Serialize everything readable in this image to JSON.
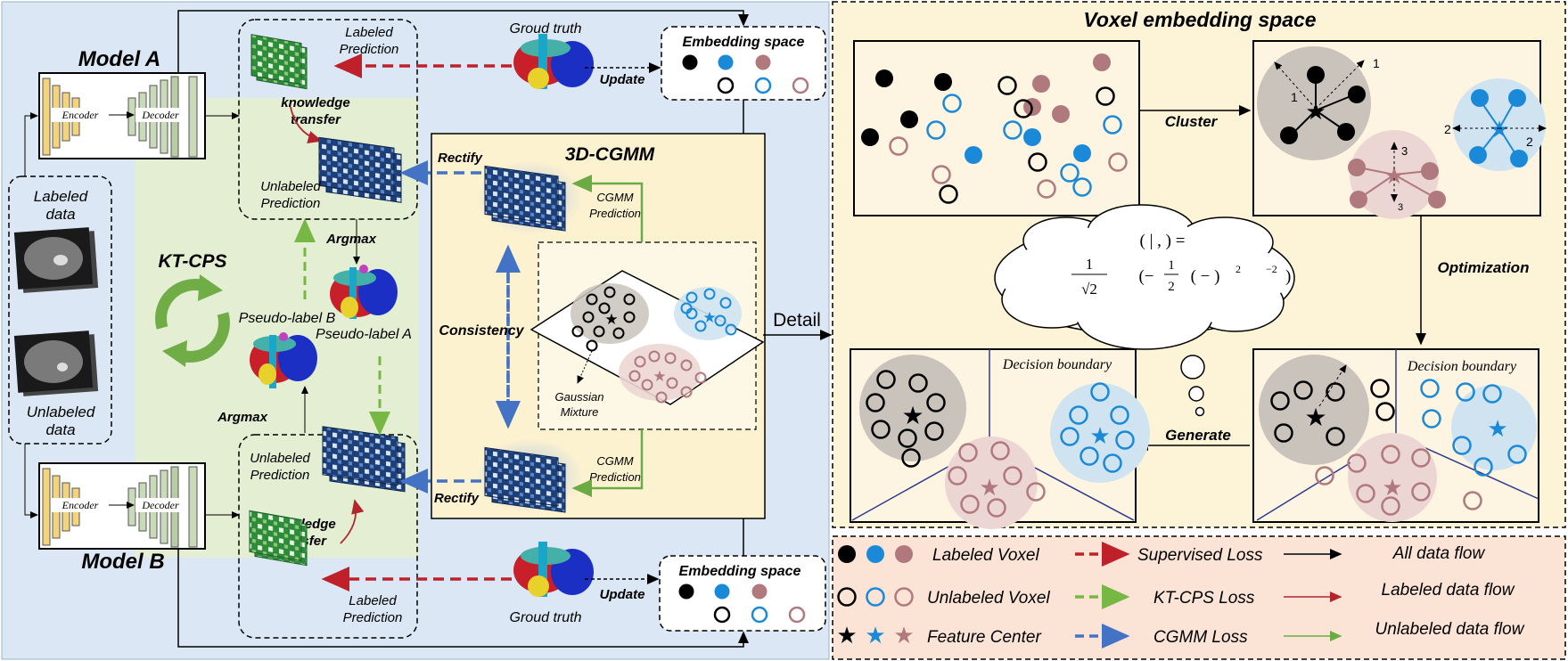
{
  "left_panel": {
    "model_a": "Model A",
    "model_b": "Model B",
    "encoder": "Encoder",
    "decoder": "Decoder",
    "labeled_data": [
      "Labeled",
      "data"
    ],
    "unlabeled_data": [
      "Unlabeled",
      "data"
    ],
    "kt_cps": "KT-CPS",
    "labeled_prediction": [
      "Labeled",
      "Prediction"
    ],
    "unlabeled_prediction": [
      "Unlabeled",
      "Prediction"
    ],
    "knowledge_transfer": [
      "knowledge",
      "transfer"
    ],
    "argmax": "Argmax",
    "pseudo_label_a": "Pseudo-label A",
    "pseudo_label_b": "Pseudo-label B",
    "ground_truth": "Groud truth",
    "update": "Update",
    "embedding_space": "Embedding space",
    "cgmm_title": "3D-CGMM",
    "rectify": "Rectify",
    "cgmm_prediction": [
      "CGMM",
      "Prediction"
    ],
    "consistency": "Consistency",
    "gaussian_mixture": [
      "Gaussian",
      "Mixture"
    ],
    "detail": "Detail"
  },
  "right_panel": {
    "title": "Voxel embedding space",
    "cluster": "Cluster",
    "optimization": "Optimization",
    "generate": "Generate",
    "decision_boundary": "Decision boundary",
    "formula_top": "( | , ) =",
    "formula_frac_num": "1",
    "formula_frac_den": "√2",
    "formula_exp": "(−",
    "formula_half_num": "1",
    "formula_half_den": "2",
    "formula_tail": "( − )",
    "formula_sq": "2",
    "formula_m2": "−2",
    "formula_close": ")",
    "num_labels": [
      "1",
      "1",
      "2",
      "2",
      "3",
      "3"
    ]
  },
  "legend": {
    "labeled_voxel": "Labeled Voxel",
    "unlabeled_voxel": "Unlabeled Voxel",
    "feature_center": "Feature Center",
    "supervised_loss": "Supervised Loss",
    "ktcps_loss": "KT-CPS Loss",
    "cgmm_loss": "CGMM Loss",
    "all_flow": "All data flow",
    "labeled_flow": "Labeled data flow",
    "unlabeled_flow": "Unlabeled data flow"
  },
  "colors": {
    "black": "#000000",
    "blue": "#1a8ad8",
    "rose": "#b0797e",
    "red_dashed": "#c0202a",
    "green_dashed": "#77b844",
    "blue_dashed": "#4472c4",
    "left_bg": "#dbe7f4",
    "green_bg": "#e3eed3",
    "yellow_bg": "#fdf2d0",
    "right_bg": "#fdf3d6",
    "legend_bg": "#fbe3d6"
  }
}
